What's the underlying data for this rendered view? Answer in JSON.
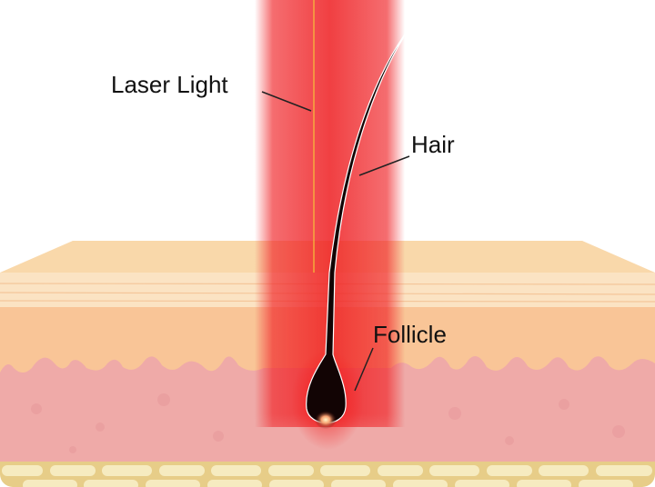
{
  "labels": {
    "laser": "Laser Light",
    "hair": "Hair",
    "follicle": "Follicle"
  },
  "colors": {
    "laser": "#f0262a",
    "skin_surface": "#f9d8aa",
    "epidermis": "#fbe3c3",
    "orange_layer": "#f9c597",
    "dermis": "#efaaa8",
    "fat": "#f5e6b4",
    "hair": "#120404"
  }
}
